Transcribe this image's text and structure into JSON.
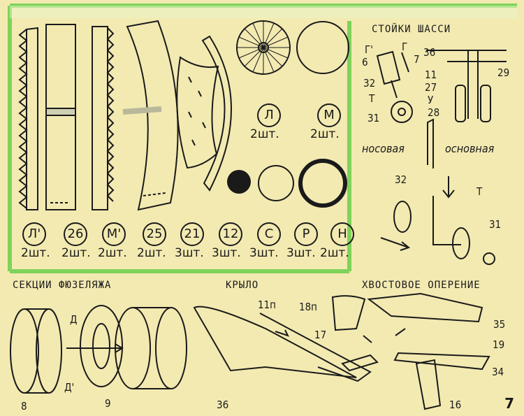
{
  "parts": [
    {
      "letter": "Л'",
      "qty": "2шт."
    },
    {
      "letter": "26",
      "qty": "2шт."
    },
    {
      "letter": "М'",
      "qty": "2шт."
    },
    {
      "letter": "25",
      "qty": "2шт."
    },
    {
      "letter": "21",
      "qty": "3шт."
    },
    {
      "letter": "12",
      "qty": "3шт."
    },
    {
      "letter": "С",
      "qty": "3шт."
    },
    {
      "letter": "Р",
      "qty": "3шт."
    },
    {
      "letter": "Н",
      "qty": "2шт."
    }
  ],
  "wheels": [
    {
      "letter": "Л",
      "qty": "2шт."
    },
    {
      "letter": "М",
      "qty": "2шт."
    }
  ],
  "landing_gear": {
    "title": "СТОЙКИ ШАССИ",
    "nose_label": "носовая",
    "main_label": "основная",
    "callouts": [
      "Г'",
      "Г",
      "6",
      "7",
      "36",
      "32",
      "11",
      "27",
      "29",
      "Т",
      "31",
      "У",
      "28",
      "32",
      "Т",
      "31"
    ]
  },
  "sections": {
    "fuselage_title": "СЕКЦИИ ФЮЗЕЛЯЖА",
    "wing_title": "КРЫЛО",
    "tail_title": "ХВОСТОВОЕ ОПЕРЕНИЕ",
    "fuselage_callouts": [
      "Д",
      "Д'",
      "8",
      "9"
    ],
    "wing_callouts": [
      "11п",
      "36"
    ],
    "tail_callouts": [
      "18п",
      "17",
      "35",
      "19",
      "34",
      "16"
    ]
  },
  "page_number": "7",
  "colors": {
    "paper": "#f3eab2",
    "ink": "#1a1a1a",
    "frame": "#7fd25a"
  }
}
